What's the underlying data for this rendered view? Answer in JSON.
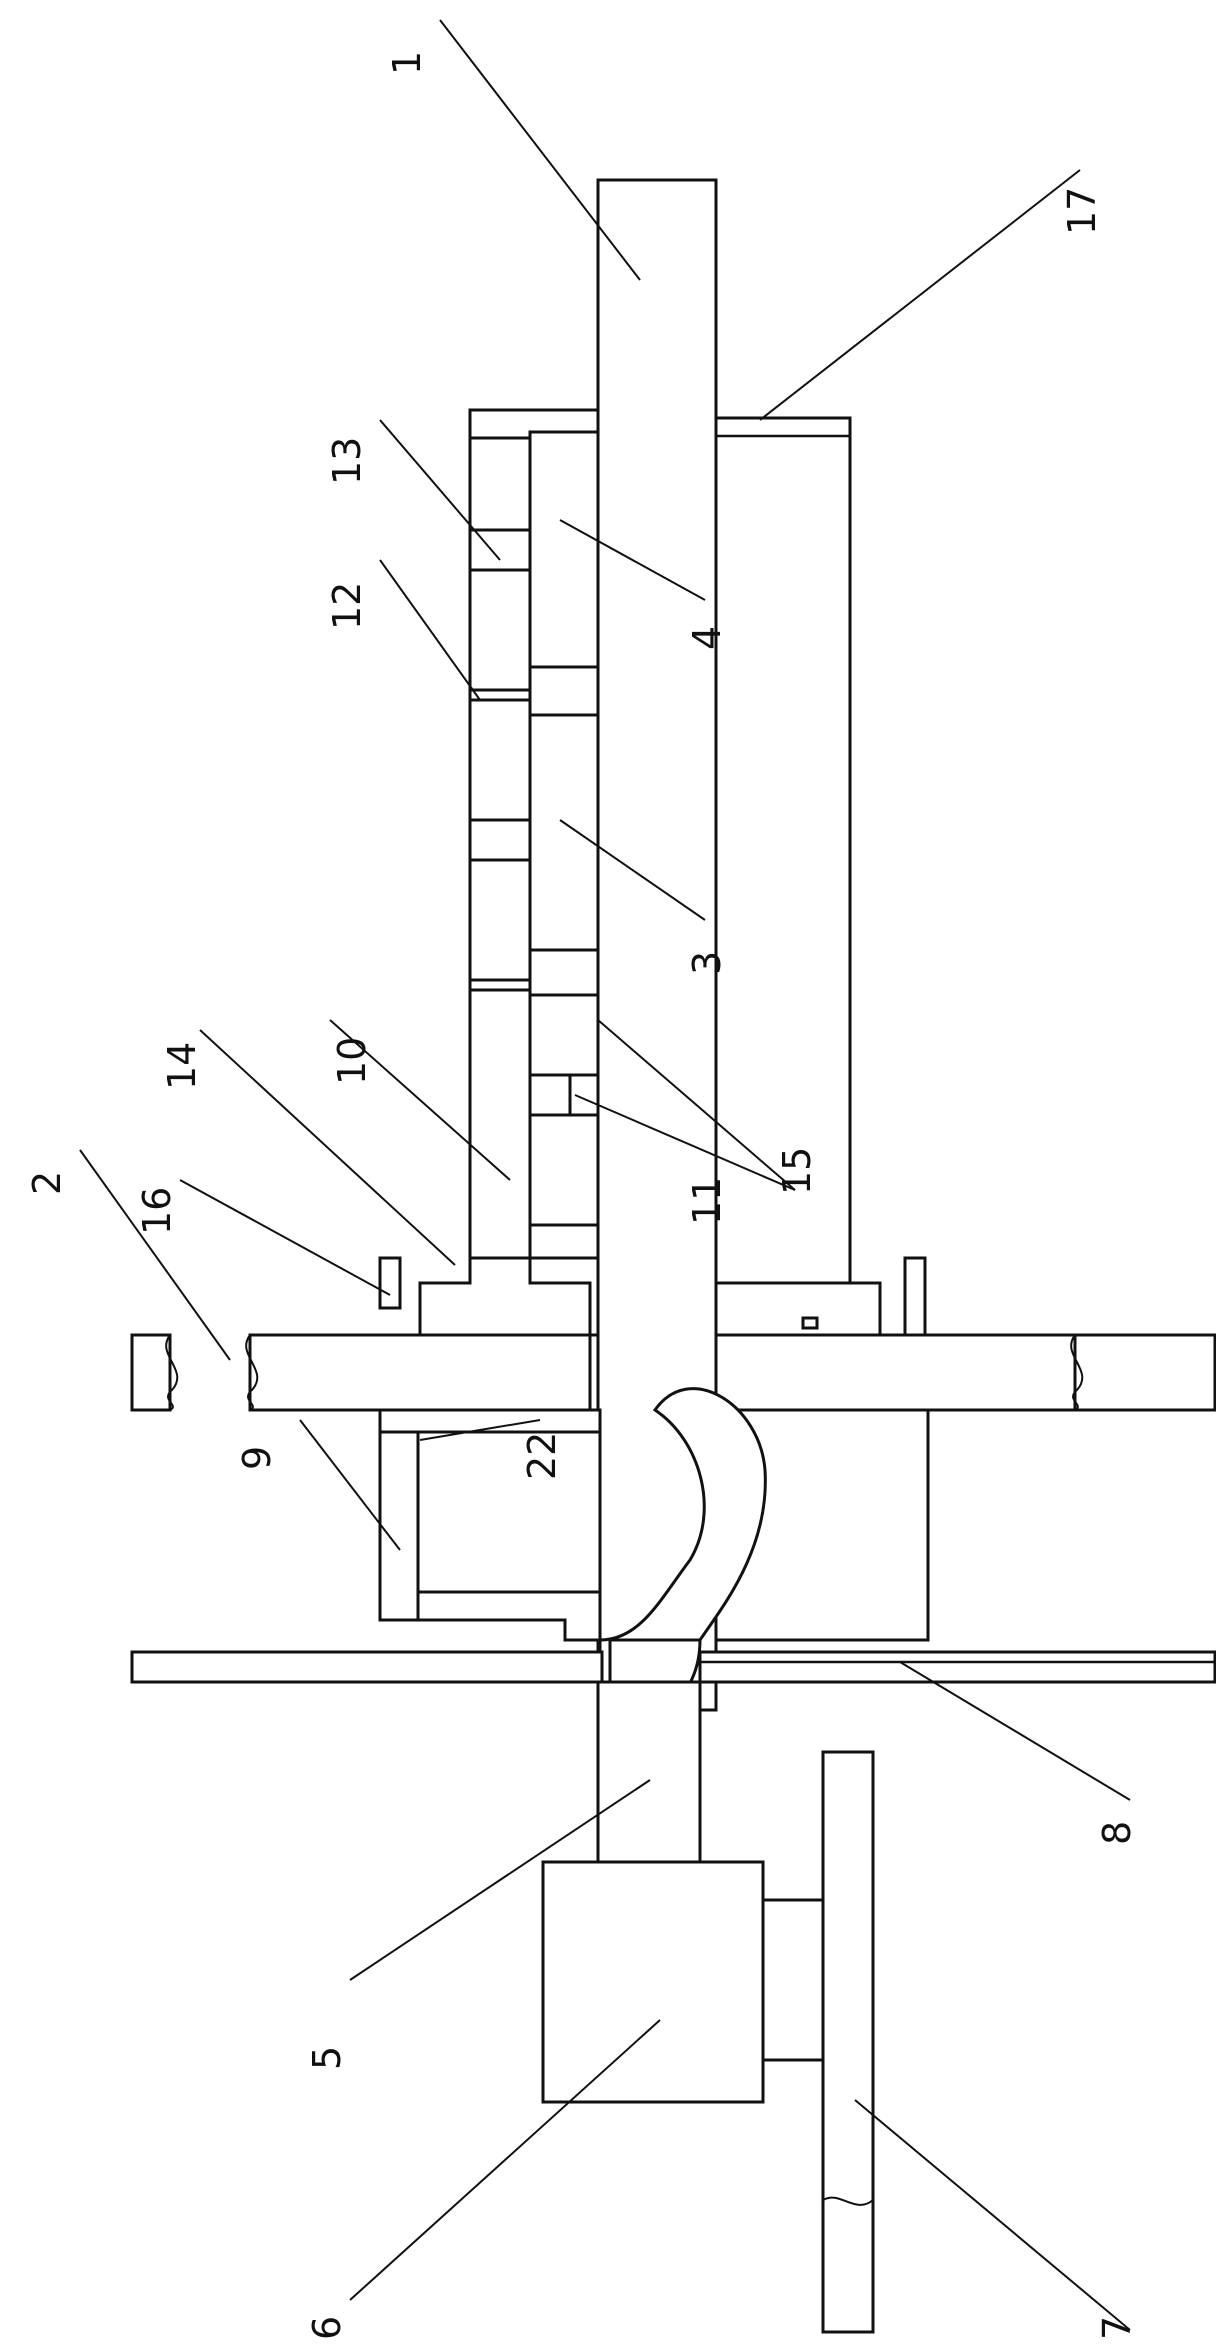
{
  "figure": {
    "callouts": [
      {
        "id": "c1",
        "text": "1"
      },
      {
        "id": "c2",
        "text": "2"
      },
      {
        "id": "c3",
        "text": "3"
      },
      {
        "id": "c4",
        "text": "4"
      },
      {
        "id": "c5",
        "text": "5"
      },
      {
        "id": "c6",
        "text": "6"
      },
      {
        "id": "c7",
        "text": "7"
      },
      {
        "id": "c8",
        "text": "8"
      },
      {
        "id": "c9",
        "text": "9"
      },
      {
        "id": "c10",
        "text": "10"
      },
      {
        "id": "c11",
        "text": "11"
      },
      {
        "id": "c12",
        "text": "12"
      },
      {
        "id": "c13",
        "text": "13"
      },
      {
        "id": "c14",
        "text": "14"
      },
      {
        "id": "c15",
        "text": "15"
      },
      {
        "id": "c16",
        "text": "16"
      },
      {
        "id": "c17",
        "text": "17"
      },
      {
        "id": "c22",
        "text": "22"
      }
    ]
  }
}
